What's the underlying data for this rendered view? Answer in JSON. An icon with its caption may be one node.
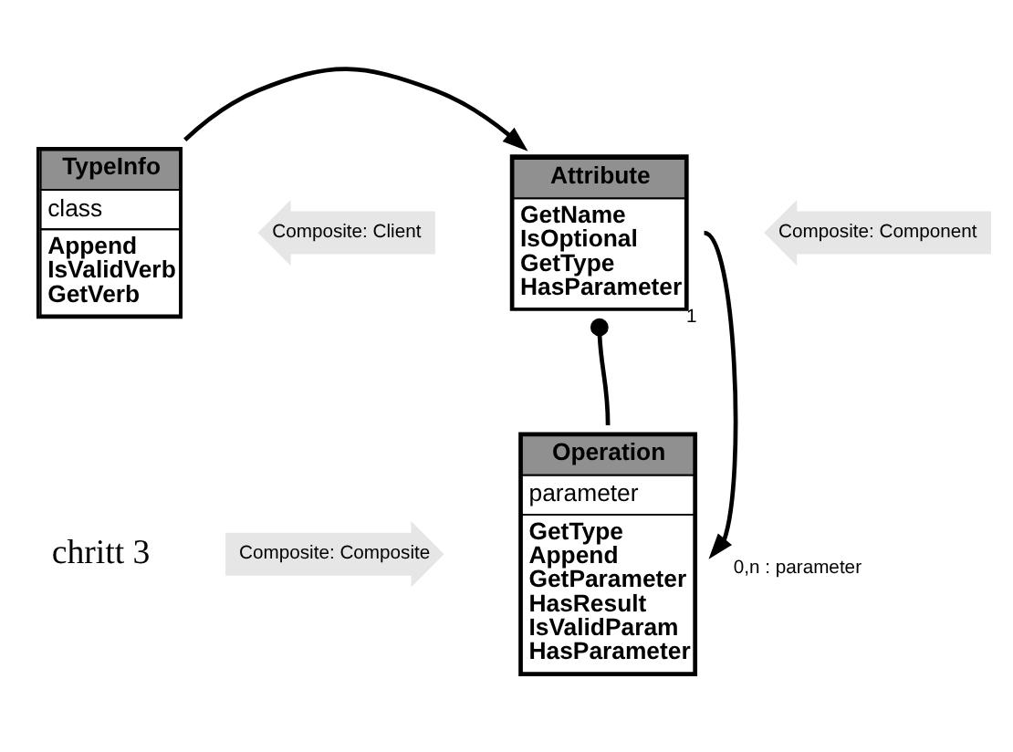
{
  "diagram": {
    "nodes": [
      {
        "text": [
          "TypeInfo",
          "class",
          "Append IsValidVerb GetVerb"
        ]
      },
      {
        "text": [
          "Attribute",
          "GetName IsOptional GetType HasParameter"
        ]
      },
      {
        "text": [
          "Operation",
          "parameter",
          "GetType Append GetParameter HasResult IsValidParam HasParameter"
        ]
      },
      {
        "text": [
          "Composite: Component"
        ]
      },
      {
        "text": [
          "Composite: Client"
        ]
      },
      {
        "text": [
          "Composite: Composite"
        ]
      }
    ],
    "edges": [
      {
        "from": 0,
        "to": 1,
        "arrow": "to"
      },
      {
        "from": 2,
        "to": 1,
        "arrow": "other"
      },
      {
        "from": 1,
        "to": 2,
        "arrow": "to",
        "label": "0,n : parameter"
      }
    ],
    "labels": [
      "1",
      "chritt 3"
    ]
  }
}
